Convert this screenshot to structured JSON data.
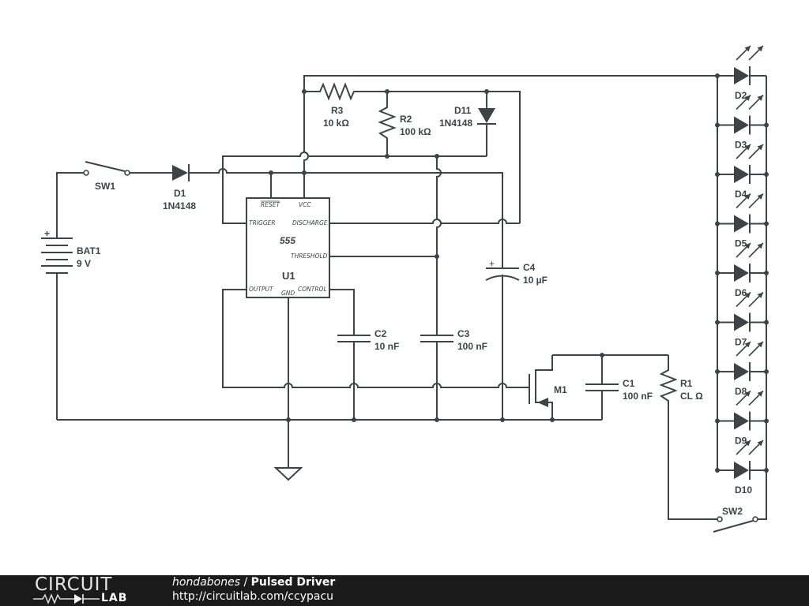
{
  "components": {
    "bat1": {
      "ref": "BAT1",
      "value": "9 V",
      "plus": "+"
    },
    "sw1": {
      "ref": "SW1"
    },
    "sw2": {
      "ref": "SW2"
    },
    "d1": {
      "ref": "D1",
      "value": "1N4148"
    },
    "d11": {
      "ref": "D11",
      "value": "1N4148"
    },
    "r1": {
      "ref": "R1",
      "value": "CL Ω"
    },
    "r2": {
      "ref": "R2",
      "value": "100 kΩ"
    },
    "r3": {
      "ref": "R3",
      "value": "10 kΩ"
    },
    "c1": {
      "ref": "C1",
      "value": "100 nF"
    },
    "c2": {
      "ref": "C2",
      "value": "10 nF"
    },
    "c3": {
      "ref": "C3",
      "value": "100 nF"
    },
    "c4": {
      "ref": "C4",
      "value": "10 µF",
      "plus": "+"
    },
    "m1": {
      "ref": "M1"
    },
    "u1": {
      "ref": "U1",
      "part": "555",
      "pins": {
        "reset": "RESET",
        "vcc": "VCC",
        "trigger": "TRIGGER",
        "discharge": "DISCHARGE",
        "threshold": "THRESHOLD",
        "output": "OUTPUT",
        "gnd": "GND",
        "control": "CONTROL"
      }
    },
    "leds": [
      "D2",
      "D3",
      "D4",
      "D5",
      "D6",
      "D7",
      "D8",
      "D9",
      "D10"
    ]
  },
  "footer": {
    "logo_top": "CIRCUIT",
    "logo_bottom": "LAB",
    "author": "hondabones",
    "separator": " / ",
    "title": "Pulsed Driver",
    "url": "http://circuitlab.com/ccypacu"
  }
}
